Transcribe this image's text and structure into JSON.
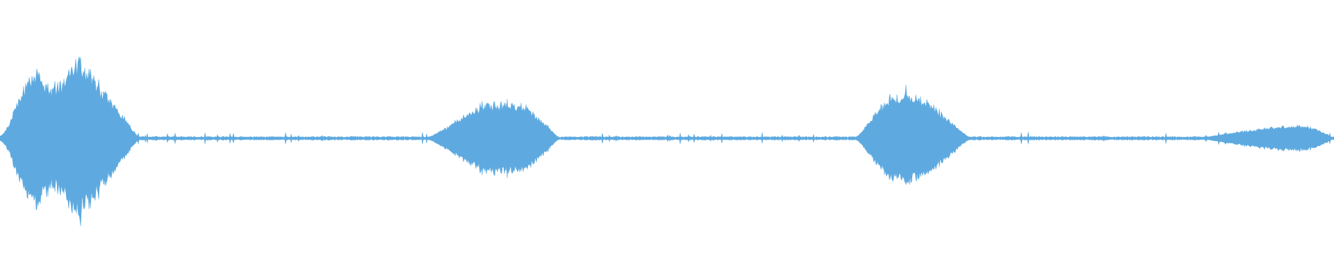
{
  "waveform": {
    "color": "#5eaae0",
    "background": "#ffffff",
    "duration_fraction_bursts": [
      {
        "start": 0.0,
        "peak": 0.06,
        "end": 0.105,
        "amplitude": 0.63,
        "shape": "double"
      },
      {
        "start": 0.318,
        "peak": 0.38,
        "end": 0.42,
        "amplitude": 0.28,
        "shape": "plateau"
      },
      {
        "start": 0.64,
        "peak": 0.676,
        "end": 0.728,
        "amplitude": 0.37,
        "shape": "spike"
      },
      {
        "start": 0.898,
        "peak": 0.975,
        "end": 1.0,
        "amplitude": 0.1,
        "shape": "swell"
      }
    ],
    "baseline_amplitude": 0.012
  }
}
